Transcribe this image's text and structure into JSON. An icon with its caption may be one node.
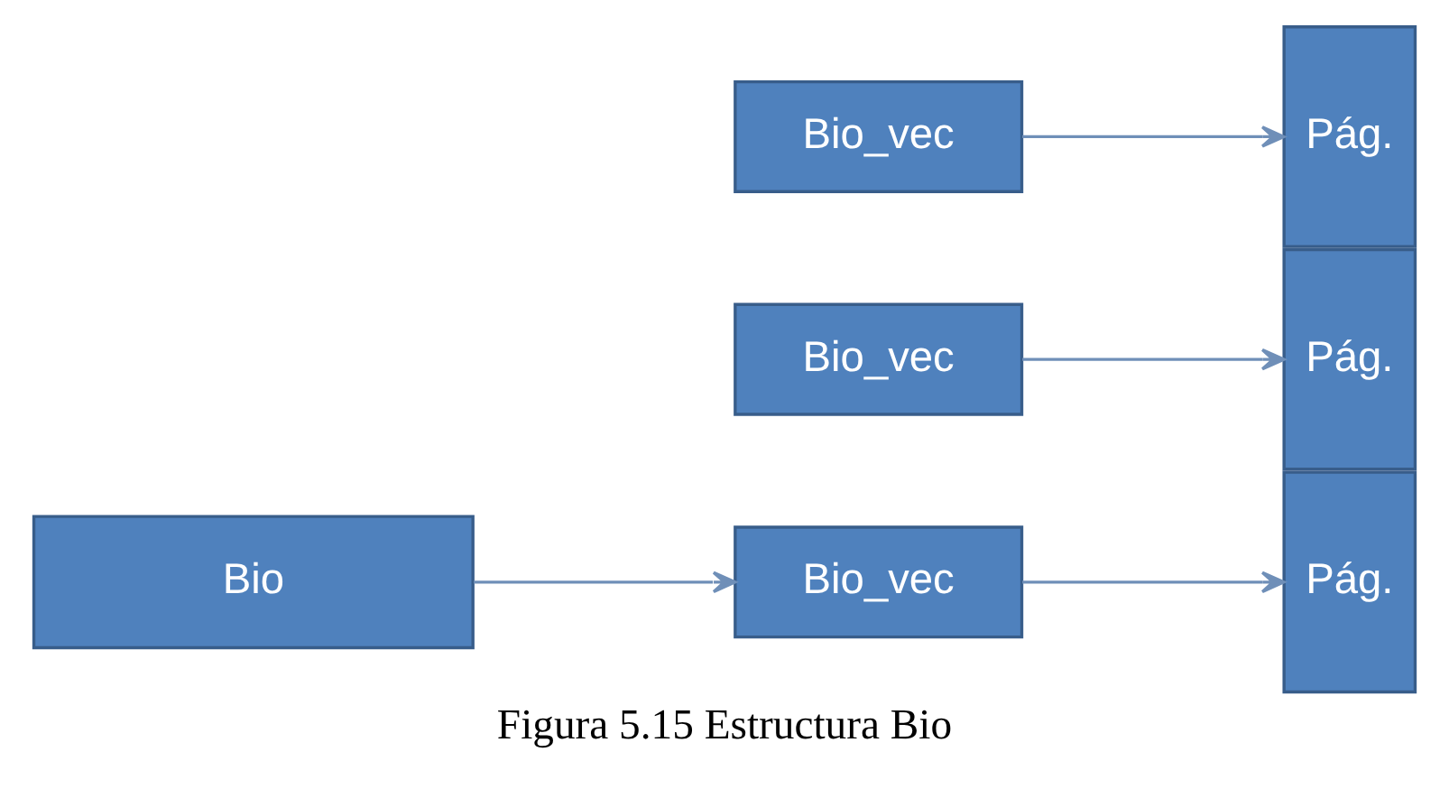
{
  "diagram": {
    "caption": "Figura 5.15 Estructura Bio",
    "nodes": [
      {
        "text": [
          "Bio"
        ]
      },
      {
        "text": [
          "Bio_vec"
        ]
      },
      {
        "text": [
          "Bio_vec"
        ]
      },
      {
        "text": [
          "Bio_vec"
        ]
      },
      {
        "text": [
          "Pág."
        ]
      },
      {
        "text": [
          "Pág."
        ]
      },
      {
        "text": [
          "Pág."
        ]
      }
    ],
    "edges": [
      {
        "from": 0,
        "to": 1,
        "arrow": "to"
      },
      {
        "from": 1,
        "to": 5,
        "arrow": "to"
      },
      {
        "from": 2,
        "to": 4,
        "arrow": "to"
      },
      {
        "from": 3,
        "to": 6,
        "arrow": "to"
      }
    ]
  }
}
